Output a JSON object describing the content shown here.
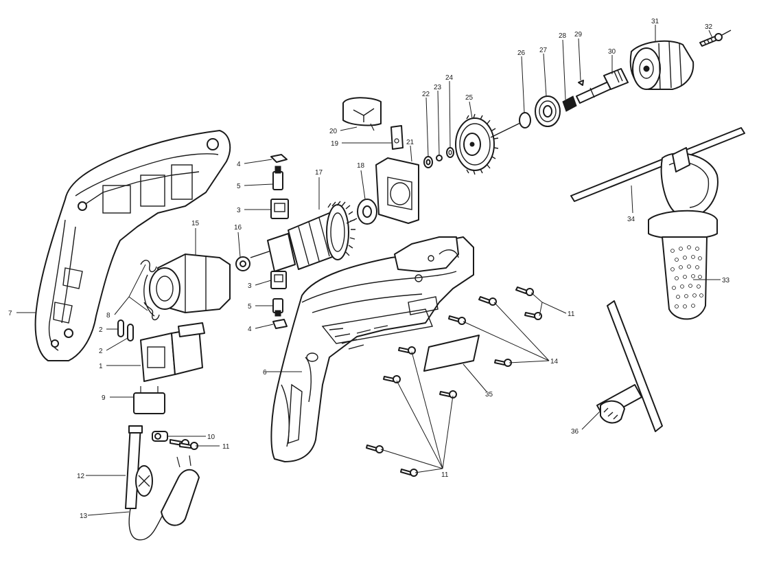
{
  "colors": {
    "line": "#1a1a1a",
    "background": "#ffffff"
  },
  "labels": {
    "l1": "1",
    "l2a": "2",
    "l2b": "2",
    "l3a": "3",
    "l3b": "3",
    "l4a": "4",
    "l4b": "4",
    "l5a": "5",
    "l5b": "5",
    "l6": "6",
    "l7": "7",
    "l8": "8",
    "l9": "9",
    "l10": "10",
    "l11a": "11",
    "l11b": "11",
    "l11c": "11",
    "l12": "12",
    "l13": "13",
    "l14": "14",
    "l15": "15",
    "l16": "16",
    "l17": "17",
    "l18": "18",
    "l19": "19",
    "l20": "20",
    "l21": "21",
    "l22": "22",
    "l23": "23",
    "l24": "24",
    "l25": "25",
    "l26": "26",
    "l27": "27",
    "l28": "28",
    "l29": "29",
    "l30": "30",
    "l31": "31",
    "l32": "32",
    "l33": "33",
    "l34": "34",
    "l35": "35",
    "l36": "36"
  }
}
